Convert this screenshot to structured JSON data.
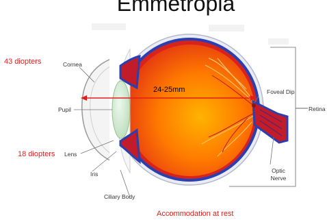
{
  "title": "Emmetropia",
  "labels": {
    "cornea": "Cornea",
    "pupil": "Pupil",
    "lens": "Lens",
    "iris": "Iris",
    "ciliary_body": "Ciliary Body",
    "foveal_dip": "Foveal Dip",
    "retina": "Retina",
    "optic_nerve": "Optic Nerve"
  },
  "annotations": {
    "cornea_power": "43 diopters",
    "lens_power": "18 diopters",
    "axial_length": "24-25mm",
    "caption": "Accommodation at rest"
  },
  "colors": {
    "annotation": "#e41c1c",
    "vitreous": "#ff7a00",
    "choroid": "#d6231e",
    "sclera_blue": "#2a3fb0",
    "lens": "#cfe9cf"
  }
}
